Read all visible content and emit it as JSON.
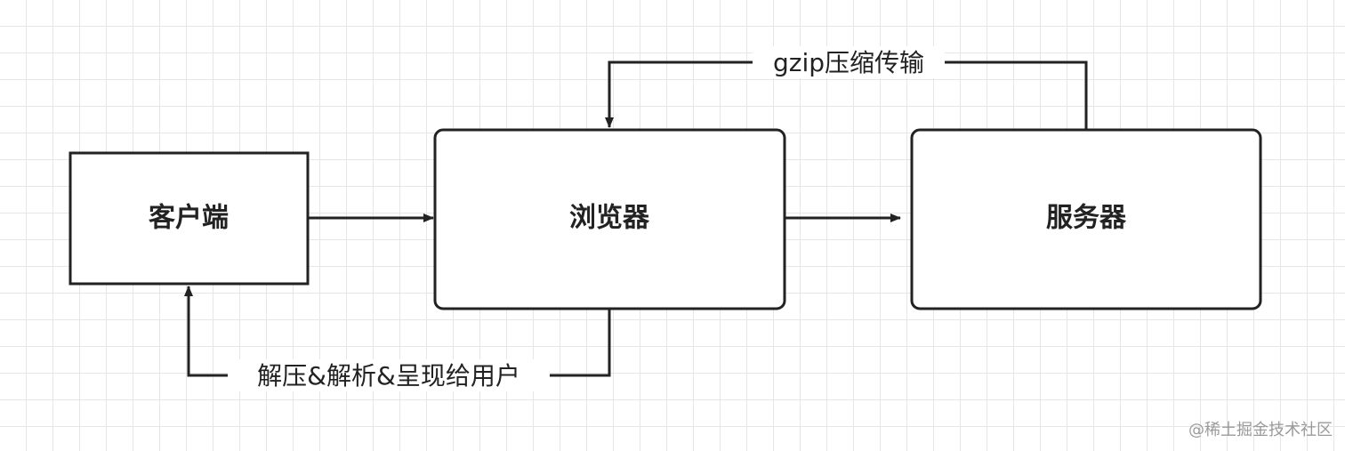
{
  "nodes": {
    "client": "客户端",
    "browser": "浏览器",
    "server": "服务器"
  },
  "edges": {
    "server_to_browser": "gzip压缩传输",
    "browser_to_client": "解压&解析&呈现给用户"
  },
  "watermark": "@稀土掘金技术社区",
  "colors": {
    "stroke": "#222222",
    "grid": "#e6e6e6",
    "background": "#ffffff"
  }
}
